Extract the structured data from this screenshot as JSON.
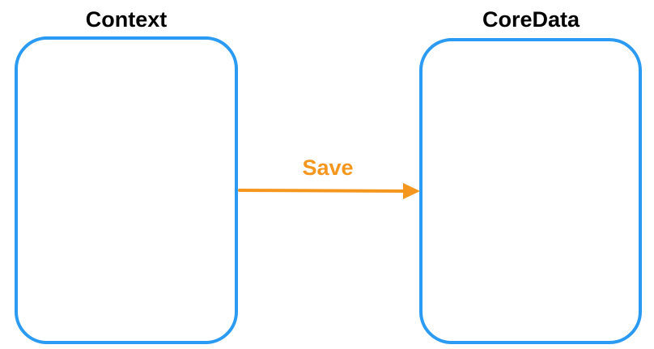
{
  "diagram": {
    "nodes": [
      {
        "id": "context",
        "label": "Context"
      },
      {
        "id": "coredata",
        "label": "CoreData"
      }
    ],
    "edges": [
      {
        "from": "context",
        "to": "coredata",
        "label": "Save"
      }
    ]
  },
  "colors": {
    "box_stroke": "#2b9af3",
    "arrow": "#f5961e",
    "node_label": "#000000"
  }
}
